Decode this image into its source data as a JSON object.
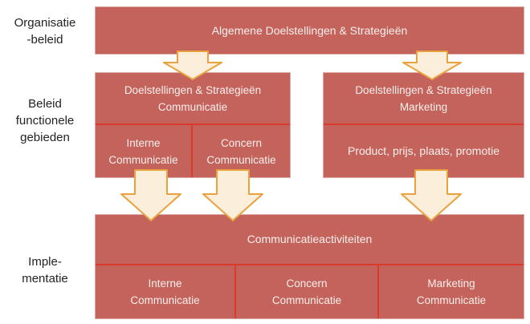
{
  "colors": {
    "box_fill": "#c4635c",
    "divider": "#d93a2b",
    "arrow_fill": "#fbeeda",
    "arrow_border": "#e9a23e",
    "box_text": "#f7efec",
    "label_text": "#232323",
    "outer_border": "#dda9a3",
    "canvas_bg": "#ffffff"
  },
  "icons": {
    "down_arrow": "⬇"
  },
  "row_labels": [
    {
      "id": "organisatie-beleid",
      "text": "Organisatie\n-beleid"
    },
    {
      "id": "beleid-functionele-gebieden",
      "text": "Beleid\nfunctionele\ngebieden"
    },
    {
      "id": "implementatie",
      "text": "Imple-\nmentatie"
    }
  ],
  "boxes": {
    "top": {
      "title": "Algemene Doelstellingen & Strategieën"
    },
    "communicatie": {
      "title": "Doelstellingen & Strategieën\nCommunicatie",
      "cells": [
        "Interne\nCommunicatie",
        "Concern\nCommunicatie"
      ]
    },
    "marketing": {
      "title": "Doelstellingen & Strategieën\nMarketing",
      "cells": [
        "Product, prijs, plaats, promotie"
      ]
    },
    "activiteiten": {
      "title": "Communicatieactiviteiten",
      "cells": [
        "Interne\nCommunicatie",
        "Concern\nCommunicatie",
        "Marketing\nCommunicatie"
      ]
    }
  }
}
